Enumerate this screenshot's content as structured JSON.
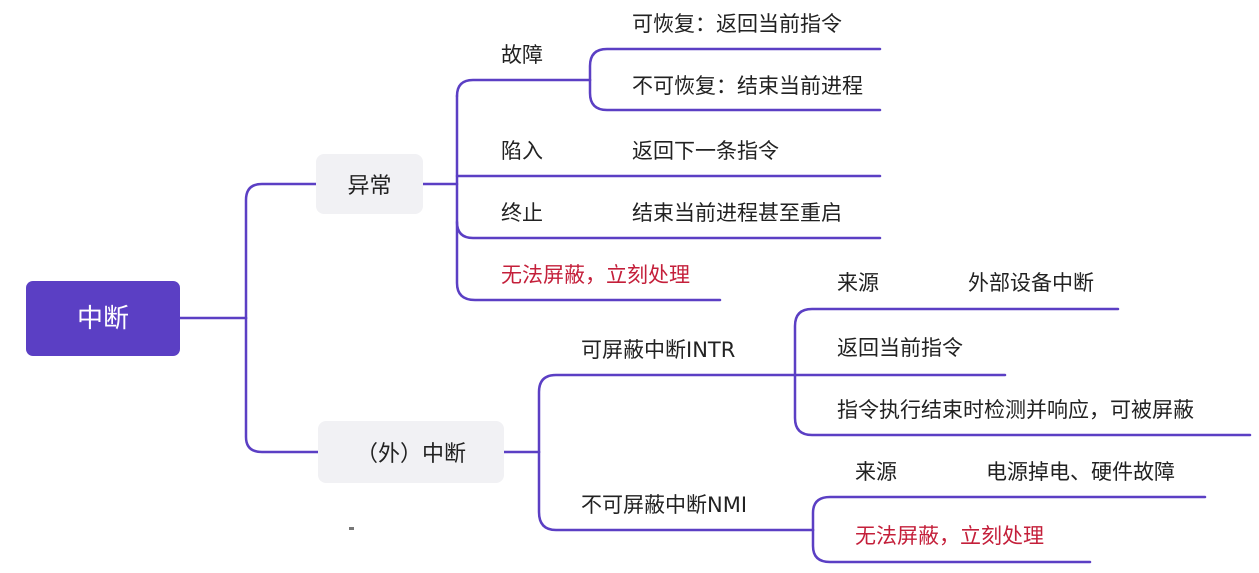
{
  "colors": {
    "accent": "#5b3fc4",
    "warning_text": "#c41f3a",
    "node_background": "#f1f1f4"
  },
  "root": {
    "label": "中断"
  },
  "branches": {
    "abnormal": {
      "label": "异常",
      "fault": {
        "label": "故障",
        "recoverable": "可恢复：返回当前指令",
        "unrecoverable": "不可恢复：结束当前进程"
      },
      "trap": {
        "label": "陷入",
        "result": "返回下一条指令"
      },
      "abort": {
        "label": "终止",
        "result": "结束当前进程甚至重启"
      },
      "note": "无法屏蔽，立刻处理"
    },
    "external": {
      "label": "（外）中断",
      "intr": {
        "label": "可屏蔽中断INTR",
        "source_label": "来源",
        "source_value": "外部设备中断",
        "return": "返回当前指令",
        "detect": "指令执行结束时检测并响应，可被屏蔽"
      },
      "nmi": {
        "label": "不可屏蔽中断NMI",
        "source_label": "来源",
        "source_value": "电源掉电、硬件故障",
        "note": "无法屏蔽，立刻处理"
      }
    }
  }
}
